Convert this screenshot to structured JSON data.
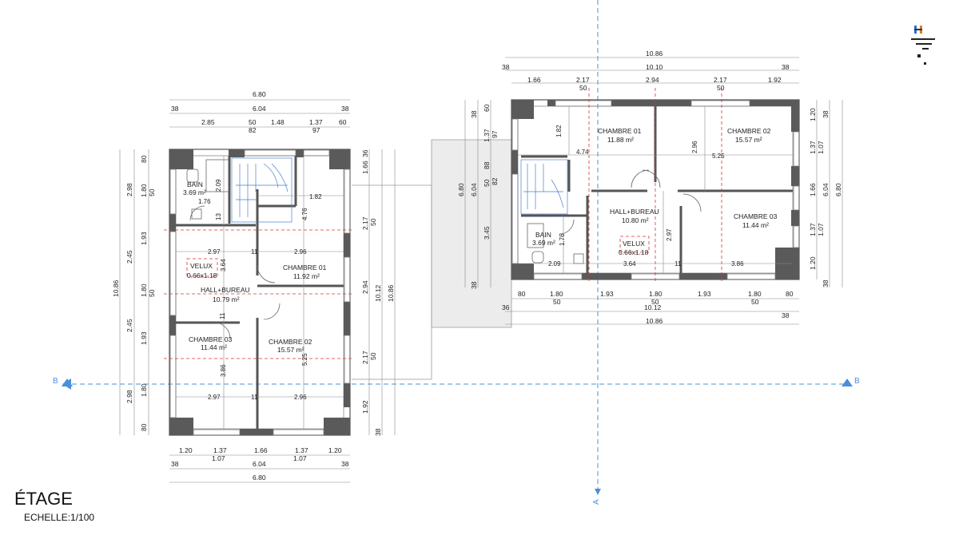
{
  "title": "ÉTAGE",
  "scale": "ECHELLE:1/100",
  "section_markers": {
    "b_left": "B",
    "b_right": "B",
    "a_bottom": "A"
  },
  "plan_left": {
    "rooms": [
      {
        "name": "BAIN",
        "area": "3.69 m²"
      },
      {
        "name": "VELUX",
        "area": "0.66x1.18"
      },
      {
        "name": "HALL+BUREAU",
        "area": "10.79 m²"
      },
      {
        "name": "CHAMBRE 01",
        "area": "11.92 m²"
      },
      {
        "name": "CHAMBRE 03",
        "area": "11.44 m²"
      },
      {
        "name": "CHAMBRE 02",
        "area": "15.57 m²"
      }
    ],
    "dims_top": {
      "total": "6.80",
      "inner": "6.04",
      "wall_l": "38",
      "wall_r": "38",
      "row3": [
        "2.85",
        "50",
        "1.48",
        "1.37",
        "60"
      ],
      "row3_sub": [
        "82",
        "97"
      ]
    },
    "dims_bottom": {
      "row1": [
        "1.20",
        "1.37",
        "1.66",
        "1.37",
        "1.20"
      ],
      "row1_sub": [
        "1.07",
        "1.07"
      ],
      "inner": "6.04",
      "wall_l": "38",
      "wall_r": "38",
      "total": "6.80"
    },
    "dims_left_outer": [
      "2.98",
      "2.45",
      "2.45",
      "2.98"
    ],
    "dims_left_inner": [
      "80",
      "1.80",
      "50",
      "1.93",
      "1.80",
      "50",
      "1.93",
      "1.80",
      "80"
    ],
    "dims_right": [
      "36",
      "1.66",
      "2.17",
      "50",
      "2.94",
      "2.17",
      "50",
      "1.92",
      "38"
    ],
    "dims_right_total": [
      "10.12",
      "10.86"
    ],
    "dims_left_total": "10.86",
    "interior_dims": [
      "1.76",
      "2.09",
      "13",
      "1.82",
      "4.76",
      "2.97",
      "11",
      "2.96",
      "3.64",
      "11",
      "3.86",
      "5.25",
      "2.97",
      "11",
      "2.96"
    ]
  },
  "plan_right": {
    "rooms": [
      {
        "name": "CHAMBRE 01",
        "area": "11.88 m²"
      },
      {
        "name": "CHAMBRE 02",
        "area": "15.57 m²"
      },
      {
        "name": "HALL+BUREAU",
        "area": "10.80 m²"
      },
      {
        "name": "CHAMBRE 03",
        "area": "11.44 m²"
      },
      {
        "name": "BAIN",
        "area": "3.69 m²"
      },
      {
        "name": "VELUX",
        "area": "0.66x1.18"
      }
    ],
    "dims_top": {
      "total": "10.86",
      "wall_l": "38",
      "inner": "10.10",
      "wall_r": "38",
      "row3": [
        "1.66",
        "2.17",
        "2.94",
        "2.17",
        "1.92"
      ],
      "row3_sub": [
        "50",
        "50"
      ]
    },
    "dims_bottom": {
      "row1": [
        "80",
        "1.80",
        "1.93",
        "1.80",
        "1.93",
        "1.80",
        "80"
      ],
      "row1_sub": [
        "50",
        "50",
        "50"
      ],
      "wall_l": "36",
      "inner": "10.12",
      "wall_r": "38",
      "total": "10.86"
    },
    "dims_left": [
      "38",
      "1.37",
      "97",
      "60",
      "88",
      "50",
      "82",
      "3.45",
      "38"
    ],
    "dims_left_totals": [
      "6.80",
      "6.04"
    ],
    "dims_right_inner": [
      "1.20",
      "1.37",
      "1.07",
      "1.66",
      "1.37",
      "1.07",
      "1.20"
    ],
    "dims_right_outer": [
      "38",
      "6.04",
      "6.80",
      "38"
    ],
    "interior_dims": [
      "1.82",
      "4.74",
      "2.96",
      "5.25",
      "2.97",
      "1.76",
      "2.09",
      "3.64",
      "11",
      "3.86"
    ]
  }
}
